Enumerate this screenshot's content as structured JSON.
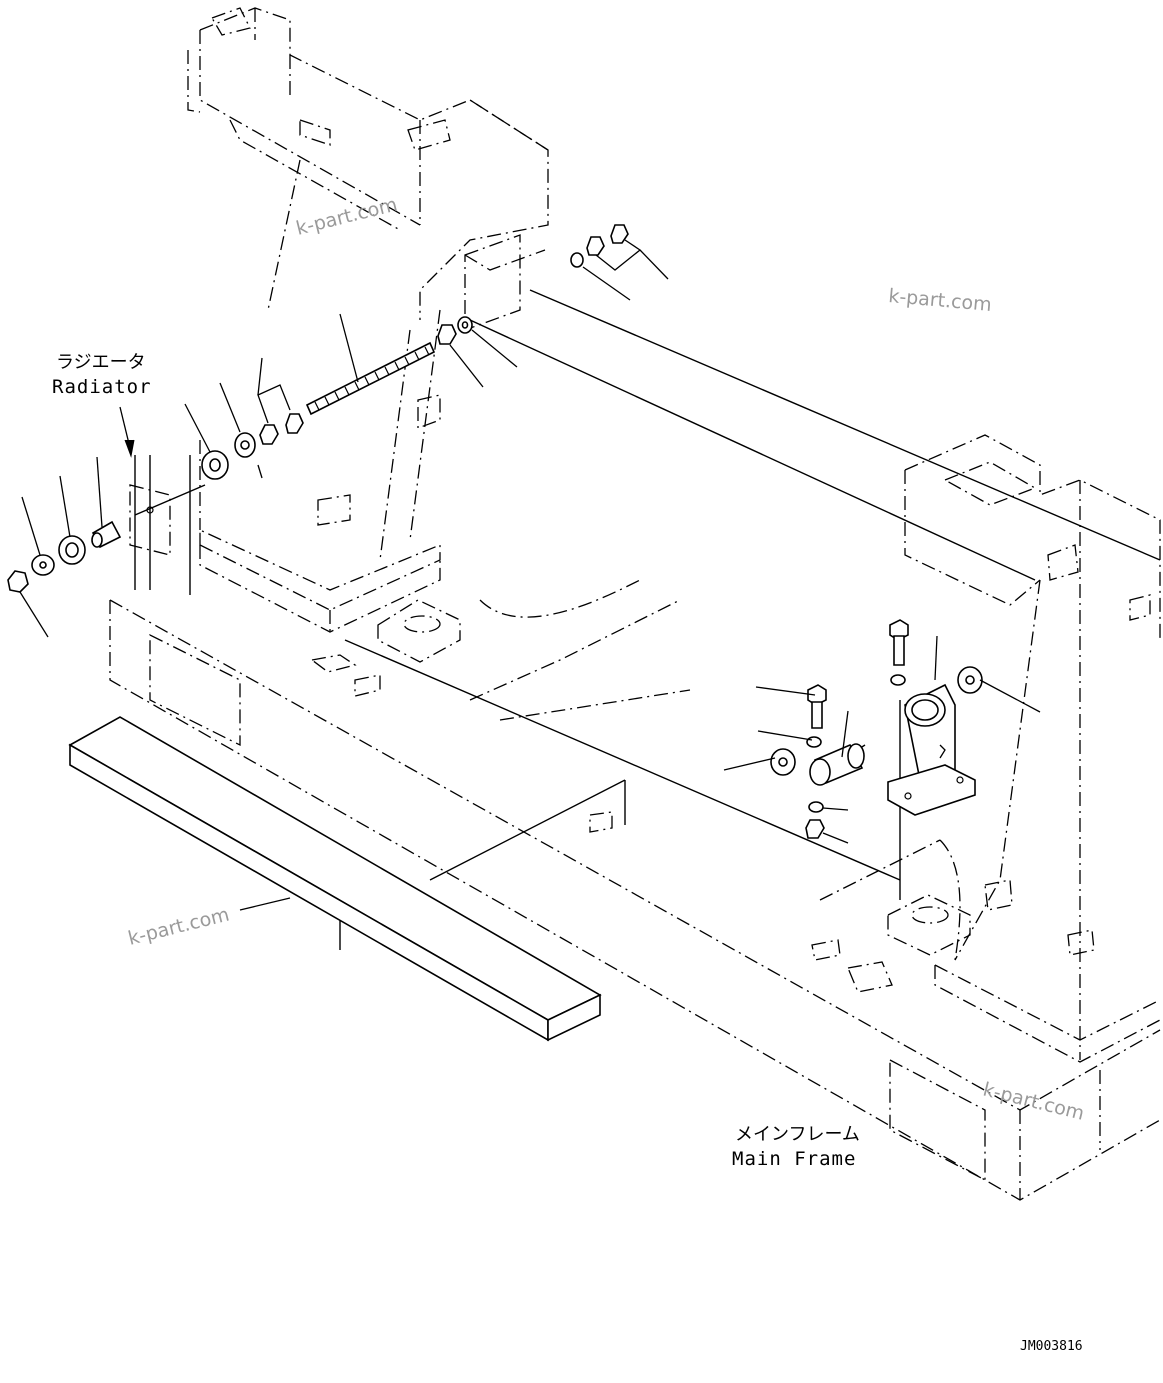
{
  "labels": {
    "radiator_jp": "ラジエータ",
    "radiator_en": "Radiator",
    "main_frame_jp": "メインフレーム",
    "main_frame_en": "Main Frame",
    "drawing_code": "JM003816"
  },
  "watermarks": [
    "k-part.com",
    "k-part.com",
    "k-part.com",
    "k-part.com"
  ]
}
